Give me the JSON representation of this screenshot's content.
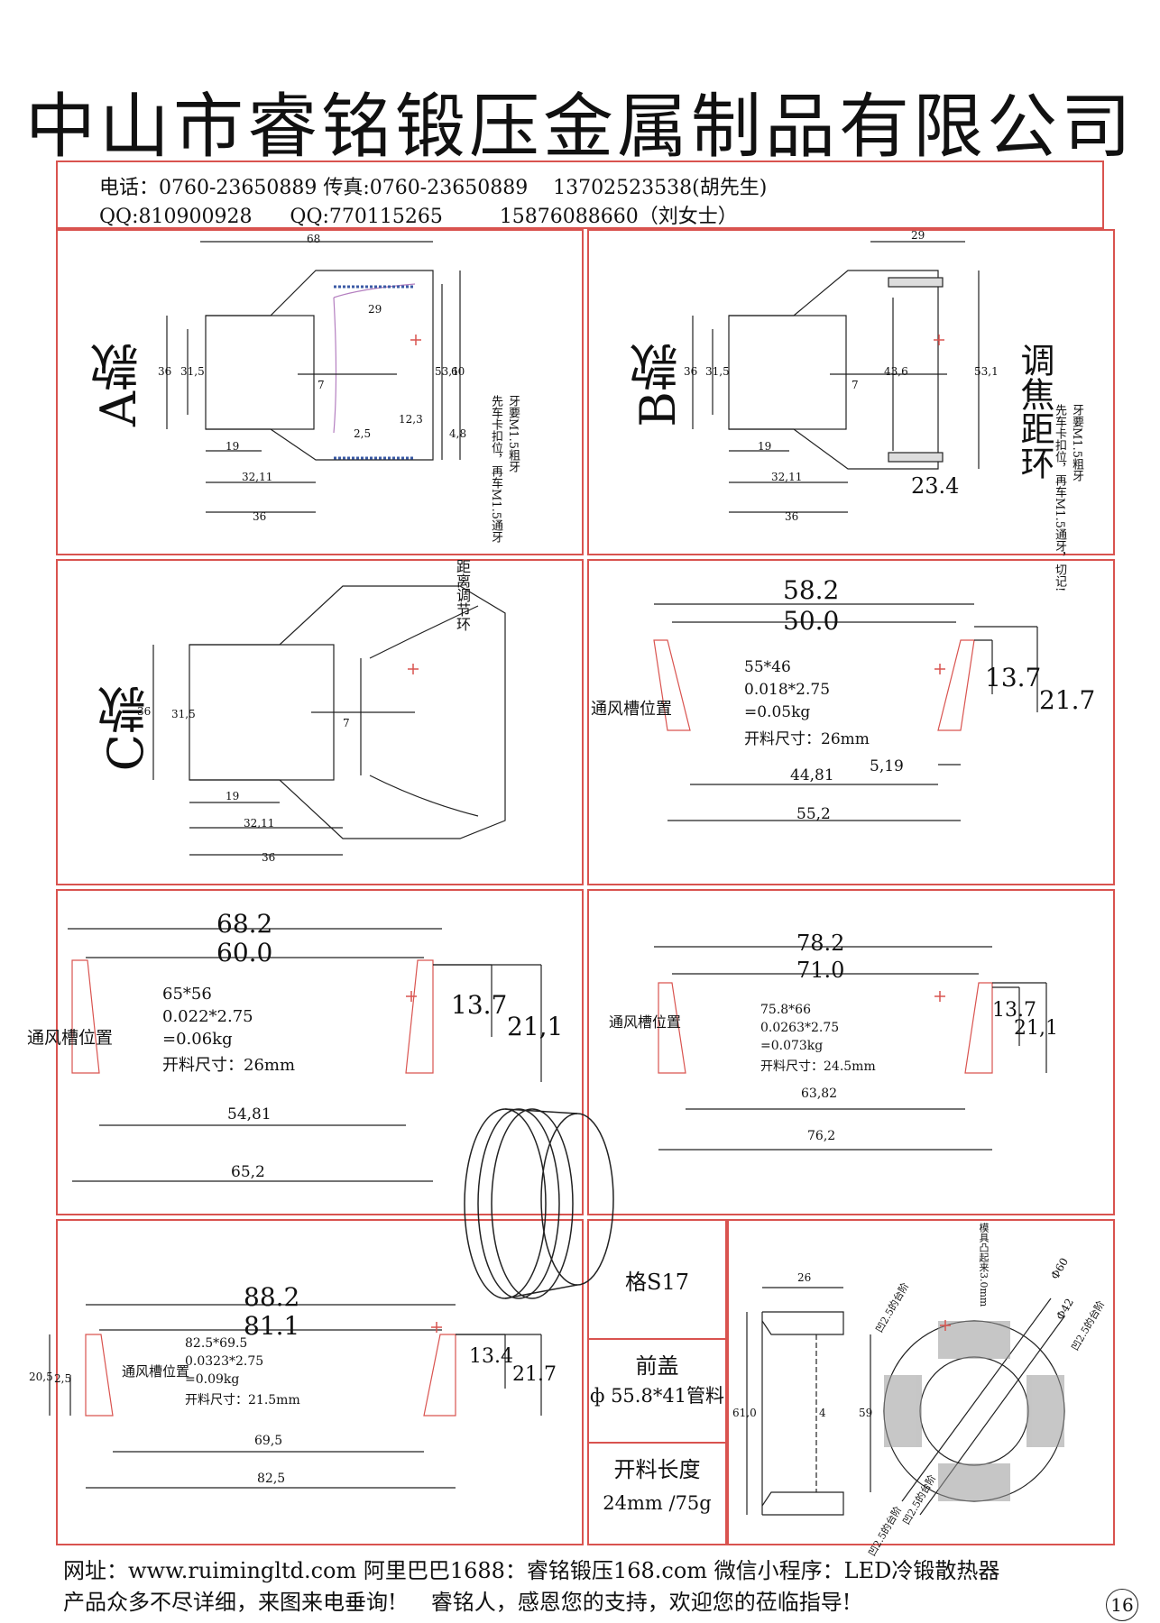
{
  "header": {
    "title": "中山市睿铭锻压金属制品有限公司",
    "contact_line1": "电话：0760-23650889 传真:0760-23650889    13702523538(胡先生)",
    "contact_line2": "QQ:810900928      QQ:770115265         15876088660（刘女士）"
  },
  "panels": {
    "a": {
      "label": "A款",
      "dims": [
        "68",
        "29",
        "36",
        "31,5",
        "7",
        "53,1",
        "60",
        "12,3",
        "2,5",
        "4,8",
        "19",
        "32,11",
        "36"
      ],
      "note": "牙要M1.5粗牙\n先车卡扣位，再车M1.5通牙"
    },
    "b": {
      "label": "B款",
      "dims": [
        "29",
        "36",
        "31,5",
        "7",
        "43,6",
        "53,1",
        "19",
        "32,11",
        "36",
        "23.4"
      ],
      "focus_ring": "调焦距环",
      "note": "牙要M1.5粗牙\n先车卡扣位，再车M1.5通牙，切记!"
    },
    "c": {
      "label": "C款",
      "dims": [
        "36",
        "31,5",
        "7",
        "19",
        "32,11",
        "36"
      ],
      "note": "距离调节环"
    },
    "d": {
      "top1": "58.2",
      "top2": "50.0",
      "spec1": "55*46",
      "spec2": "0.018*2.75",
      "spec3": "=0.05kg",
      "spec4": "开料尺寸：26mm",
      "right1": "13.7",
      "right2": "21.7",
      "vent": "通风槽位置",
      "bottom1": "44,81",
      "bottom_small": "5,19",
      "bottom2": "55,2"
    },
    "e": {
      "top1": "68.2",
      "top2": "60.0",
      "spec1": "65*56",
      "spec2": "0.022*2.75",
      "spec3": "=0.06kg",
      "spec4": "开料尺寸：26mm",
      "right1": "13.7",
      "right2": "21,1",
      "vent": "通风槽位置",
      "bottom1": "54,81",
      "bottom2": "65,2"
    },
    "f": {
      "top1": "78.2",
      "top2": "71.0",
      "spec1": "75.8*66",
      "spec2": "0.0263*2.75",
      "spec3": "=0.073kg",
      "spec4": "开料尺寸：24.5mm",
      "right1": "13.7",
      "right2": "21,1",
      "vent": "通风槽位置",
      "bottom1": "63,82",
      "bottom2": "76,2"
    },
    "g": {
      "top1": "88.2",
      "top2": "81.1",
      "spec1": "82.5*69.5",
      "spec2": "0.0323*2.75",
      "spec3": "=0.09kg",
      "spec4": "开料尺寸：21.5mm",
      "right1": "13.4",
      "right2": "21.7",
      "left1": "20,5",
      "left2": "2,5",
      "vent": "通风槽位置",
      "bottom1": "69,5",
      "bottom2": "82,5"
    },
    "table": {
      "row1": "格S17",
      "row2a": "前盖",
      "row2b": "ф 55.8*41管料",
      "row3a": "开料长度",
      "row3b": "24mm /75g"
    },
    "h": {
      "dim_top": "26",
      "dim_left": "61,0",
      "dim_mid": "59",
      "dim_small": "4",
      "note_top": "模具凸起来3.0mm",
      "label_phi60": "Ф60",
      "label_phi42": "Ф42",
      "label_step_a": "凹2.5的台阶",
      "label_step_b": "凹2.5的台阶",
      "label_step_c": "凹2.5的台阶",
      "label_step_d": "凹2.5的台阶"
    }
  },
  "footer": {
    "line1": "网址：www.ruimingltd.com 阿里巴巴1688：睿铭锻压168.com 微信小程序：LED冷锻散热器",
    "line2": "产品众多不尽详细，来图来电垂询!     睿铭人，感恩您的支持，欢迎您的莅临指导!",
    "page_number": "16"
  }
}
